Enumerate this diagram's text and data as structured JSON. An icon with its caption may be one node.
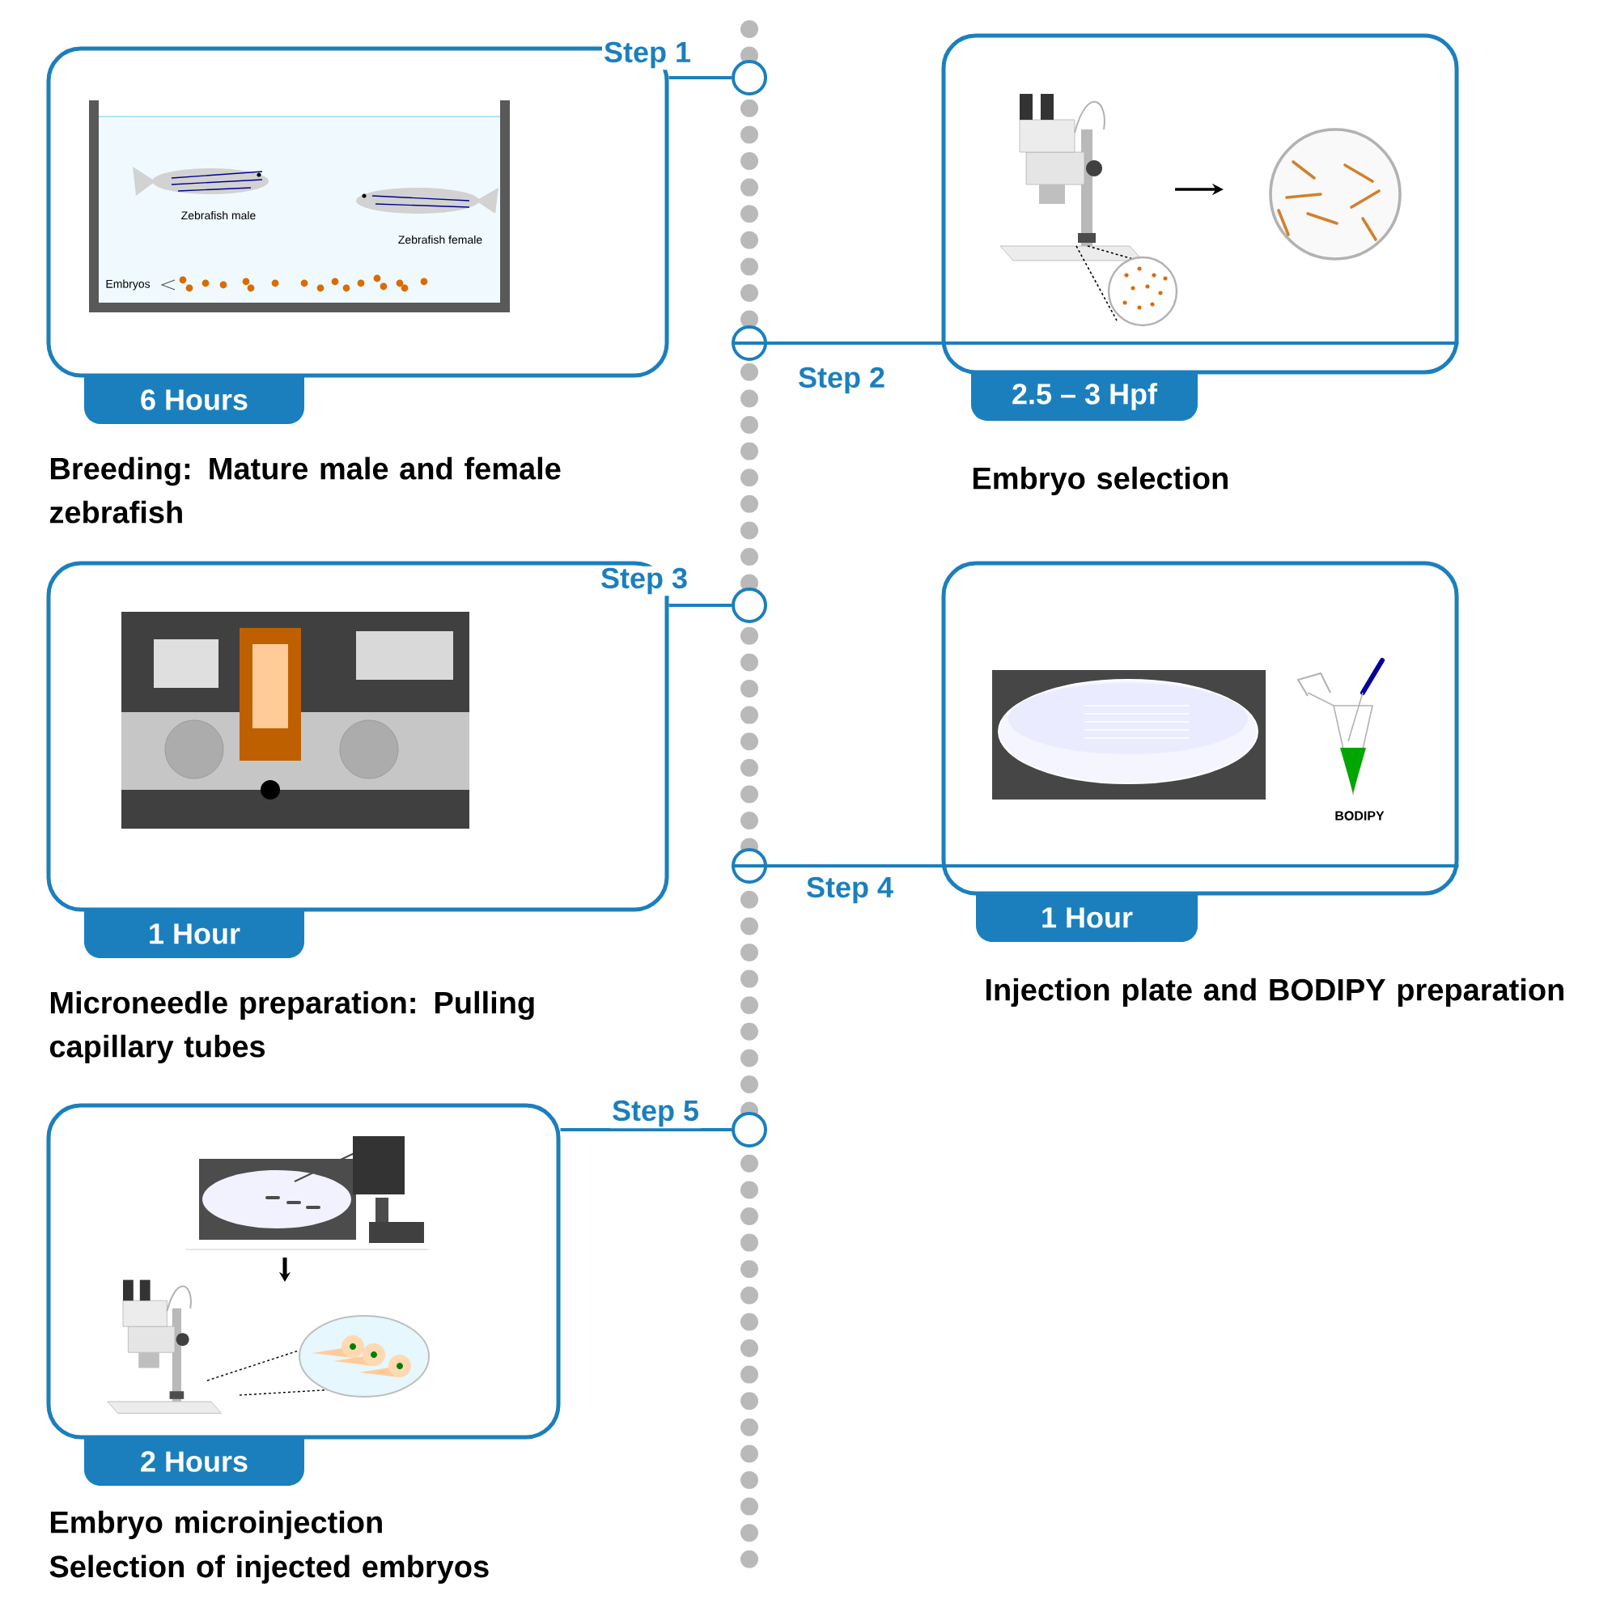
{
  "diagram": {
    "nodes": [
      {
        "text": [
          "6 Hours",
          "Breeding: Mature male and female zebrafish"
        ]
      },
      {
        "text": [],
        "shape": "circle"
      },
      {
        "text": [
          "2.5 – 3 Hpf",
          "Embryo selection"
        ]
      },
      {
        "text": [],
        "shape": "circle"
      },
      {
        "text": [
          "1 Hour",
          "Microneedle preparation: Pulling capillary tubes"
        ]
      },
      {
        "text": [],
        "shape": "circle"
      },
      {
        "text": [
          "1 Hour",
          "Injection plate and BODIPY preparation"
        ]
      },
      {
        "text": [],
        "shape": "circle"
      },
      {
        "text": [
          "2 Hours",
          "Embryo microinjection",
          "Selection of injected embryos"
        ]
      },
      {
        "text": [],
        "shape": "circle"
      }
    ],
    "edges": [
      {
        "from": 0,
        "to": 1,
        "arrow": "none",
        "label": "Step 1"
      },
      {
        "from": 3,
        "to": 2,
        "arrow": "none",
        "label": "Step 2"
      },
      {
        "from": 4,
        "to": 5,
        "arrow": "none",
        "label": "Step 3"
      },
      {
        "from": 7,
        "to": 6,
        "arrow": "none",
        "label": "Step 4"
      },
      {
        "from": 8,
        "to": 9,
        "arrow": "none",
        "label": "Step 5"
      }
    ],
    "labels": [
      "Zebrafish male",
      "Zebrafish female",
      "Embryos",
      "BODIPY"
    ]
  }
}
